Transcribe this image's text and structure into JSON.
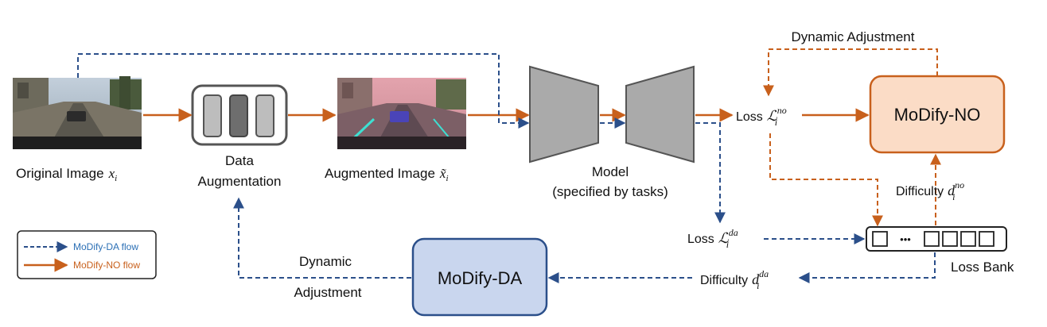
{
  "colors": {
    "da_flow": "#2b4f8a",
    "no_flow": "#c8601c",
    "no_box_fill": "#fbdcc6",
    "no_box_stroke": "#c8601c",
    "da_box_fill": "#c9d6ee",
    "da_box_stroke": "#2b4f8a",
    "model_fill": "#aaaaaa",
    "model_stroke": "#555555"
  },
  "labels": {
    "original_image": "Original Image",
    "original_image_var": "x",
    "original_image_sub": "i",
    "data_augmentation_line1": "Data",
    "data_augmentation_line2": "Augmentation",
    "augmented_image": "Augmented Image",
    "augmented_image_var": "x̃",
    "augmented_image_sub": "i",
    "model_line1": "Model",
    "model_line2": "(specified by tasks)",
    "loss_no_prefix": "Loss",
    "loss_no_sym": "ℒ",
    "loss_no_sup": "no",
    "loss_no_sub": "i",
    "loss_da_prefix": "Loss",
    "loss_da_sym": "ℒ",
    "loss_da_sup": "da",
    "loss_da_sub": "i",
    "modify_no": "MoDify-NO",
    "modify_da": "MoDify-DA",
    "dynamic_adjustment_top": "Dynamic Adjustment",
    "dynamic_line1": "Dynamic",
    "adjustment_line2": "Adjustment",
    "difficulty_no_prefix": "Difficulty",
    "difficulty_no_var": "d",
    "difficulty_no_sup": "no",
    "difficulty_no_sub": "i",
    "difficulty_da_prefix": "Difficulty",
    "difficulty_da_var": "d",
    "difficulty_da_sup": "da",
    "difficulty_da_sub": "i",
    "loss_bank": "Loss Bank",
    "loss_bank_dots": "•••"
  },
  "legend": {
    "da_flow": "MoDify-DA flow",
    "no_flow": "MoDify-NO flow"
  }
}
